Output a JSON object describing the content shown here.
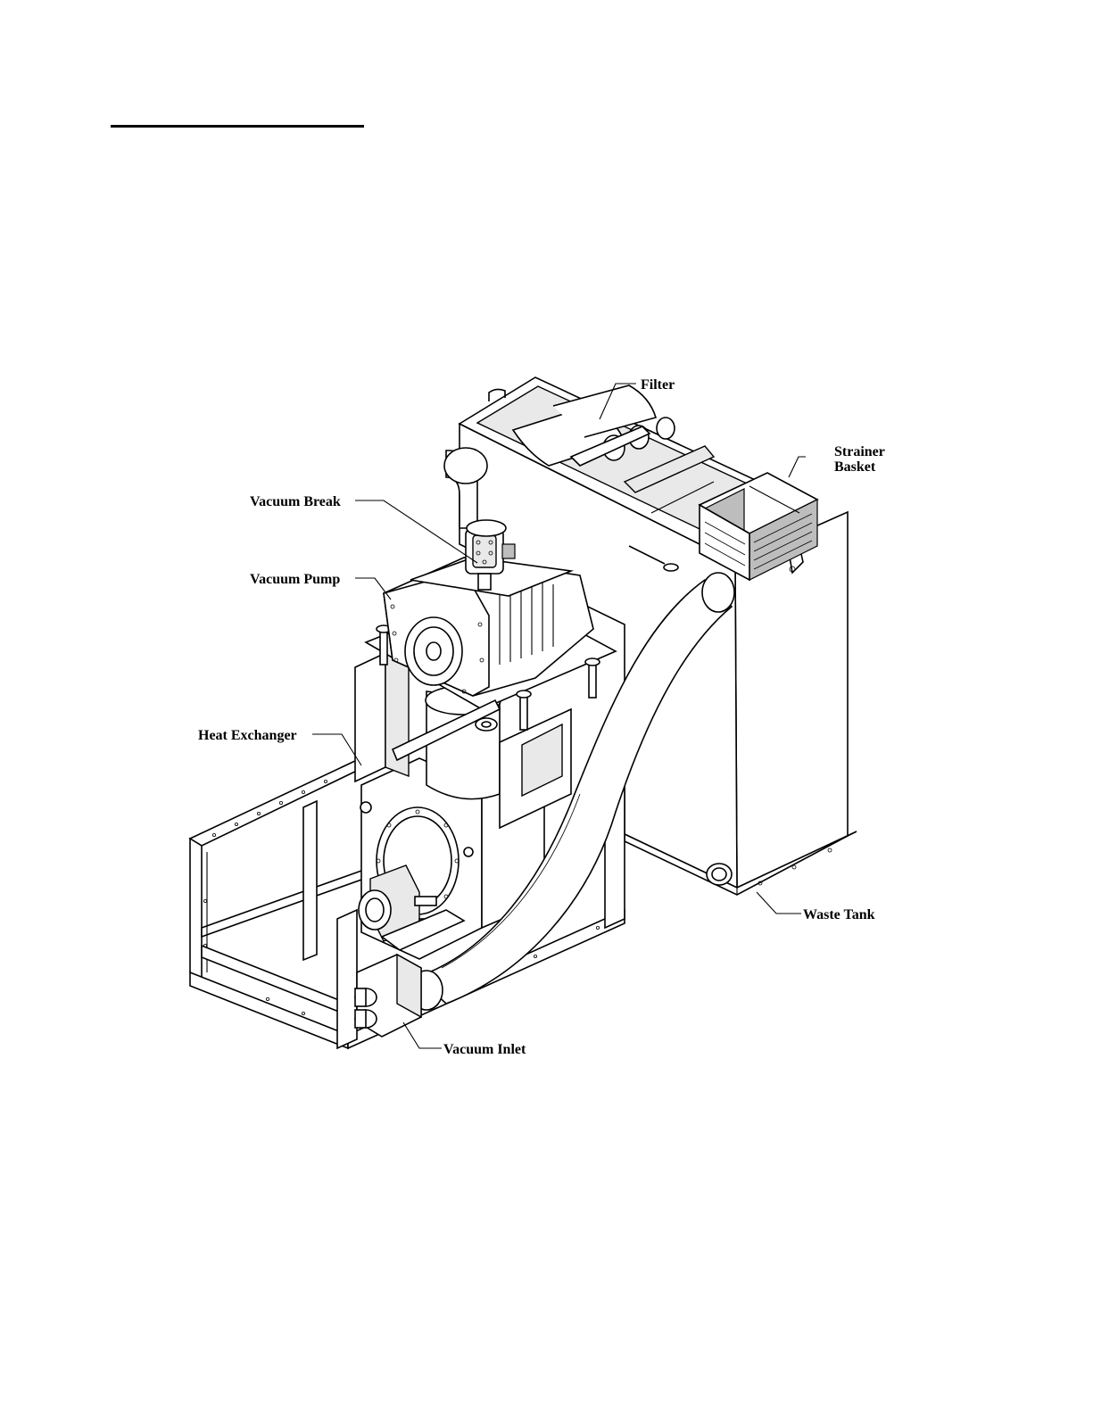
{
  "labels": {
    "filter": "Filter",
    "strainer_basket_line1": "Strainer",
    "strainer_basket_line2": "Basket",
    "vacuum_break": "Vacuum Break",
    "vacuum_pump": "Vacuum Pump",
    "heat_exchanger": "Heat Exchanger",
    "waste_tank": "Waste Tank",
    "vacuum_inlet": "Vacuum Inlet"
  },
  "colors": {
    "ink": "#000000",
    "paper": "#ffffff",
    "shade": "#e9e9e9"
  }
}
